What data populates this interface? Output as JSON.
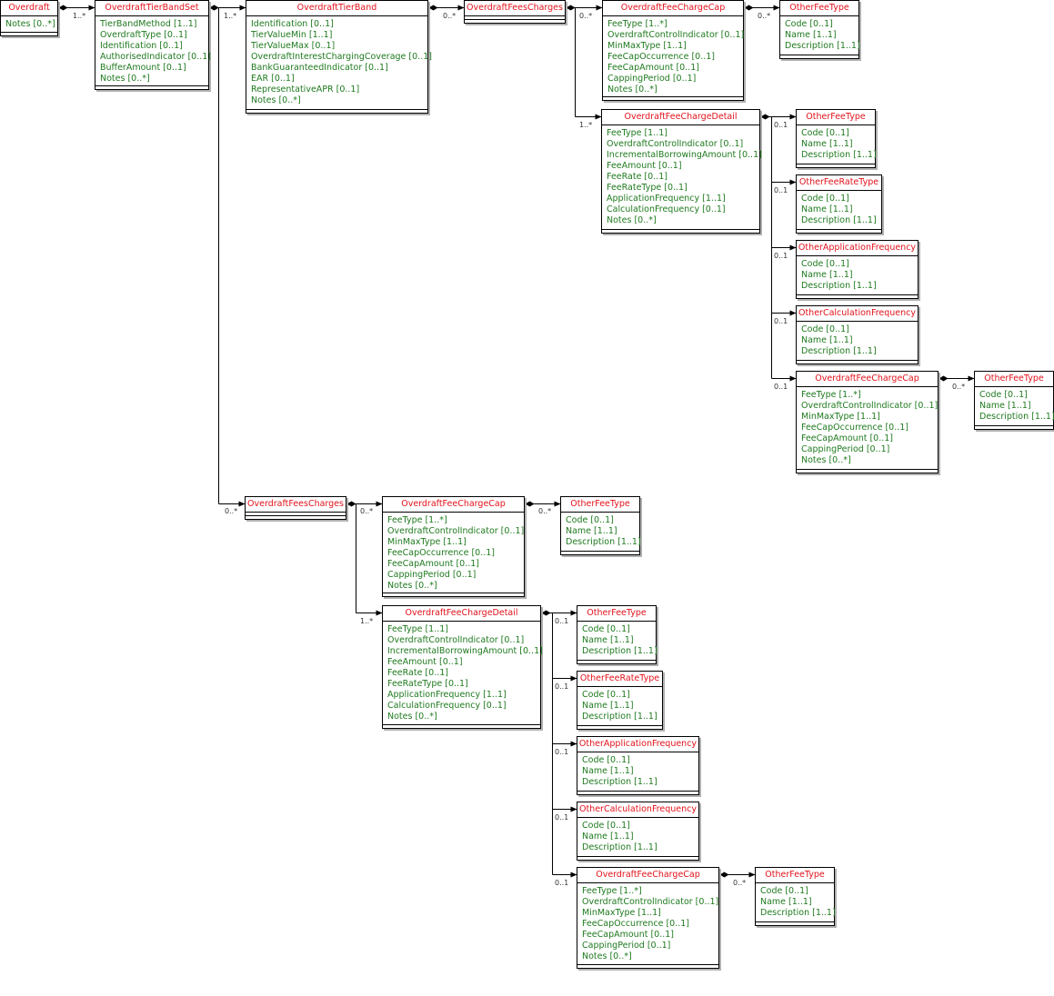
{
  "colors": {
    "title": "#e3121b",
    "attr": "#1f7a1f",
    "line": "#000000"
  },
  "boxes": [
    {
      "id": "b1",
      "title": "Overdraft",
      "attrs": [
        "Notes [0..*]"
      ]
    },
    {
      "id": "b2",
      "title": "OverdraftTierBandSet",
      "attrs": [
        "TierBandMethod [1..1]",
        "OverdraftType [0..1]",
        "Identification [0..1]",
        "AuthorisedIndicator [0..1]",
        "BufferAmount [0..1]",
        "Notes [0..*]"
      ]
    },
    {
      "id": "b3",
      "title": "OverdraftTierBand",
      "attrs": [
        "Identification [0..1]",
        "TierValueMin [1..1]",
        "TierValueMax [0..1]",
        "OverdraftInterestChargingCoverage [0..1]",
        "BankGuaranteedIndicator [0..1]",
        "EAR [0..1]",
        "RepresentativeAPR [0..1]",
        "Notes [0..*]"
      ]
    },
    {
      "id": "b4",
      "title": "OverdraftFeesCharges",
      "attrs": []
    },
    {
      "id": "b5",
      "title": "OverdraftFeeChargeCap",
      "attrs": [
        "FeeType [1..*]",
        "OverdraftControlIndicator [0..1]",
        "MinMaxType [1..1]",
        "FeeCapOccurrence [0..1]",
        "FeeCapAmount [0..1]",
        "CappingPeriod [0..1]",
        "Notes [0..*]"
      ]
    },
    {
      "id": "b6",
      "title": "OtherFeeType",
      "attrs": [
        "Code [0..1]",
        "Name [1..1]",
        "Description [1..1]"
      ]
    },
    {
      "id": "b7",
      "title": "OverdraftFeeChargeDetail",
      "attrs": [
        "FeeType [1..1]",
        "OverdraftControlIndicator [0..1]",
        "IncrementalBorrowingAmount [0..1]",
        "FeeAmount [0..1]",
        "FeeRate [0..1]",
        "FeeRateType [0..1]",
        "ApplicationFrequency [1..1]",
        "CalculationFrequency [0..1]",
        "Notes [0..*]"
      ]
    },
    {
      "id": "b8",
      "title": "OtherFeeType",
      "attrs": [
        "Code [0..1]",
        "Name [1..1]",
        "Description [1..1]"
      ]
    },
    {
      "id": "b9",
      "title": "OtherFeeRateType",
      "attrs": [
        "Code [0..1]",
        "Name [1..1]",
        "Description [1..1]"
      ]
    },
    {
      "id": "b10",
      "title": "OtherApplicationFrequency",
      "attrs": [
        "Code [0..1]",
        "Name [1..1]",
        "Description [1..1]"
      ]
    },
    {
      "id": "b11",
      "title": "OtherCalculationFrequency",
      "attrs": [
        "Code [0..1]",
        "Name [1..1]",
        "Description [1..1]"
      ]
    },
    {
      "id": "b12",
      "title": "OverdraftFeeChargeCap",
      "attrs": [
        "FeeType [1..*]",
        "OverdraftControlIndicator [0..1]",
        "MinMaxType [1..1]",
        "FeeCapOccurrence [0..1]",
        "FeeCapAmount [0..1]",
        "CappingPeriod [0..1]",
        "Notes [0..*]"
      ]
    },
    {
      "id": "b13",
      "title": "OtherFeeType",
      "attrs": [
        "Code [0..1]",
        "Name [1..1]",
        "Description [1..1]"
      ]
    },
    {
      "id": "b14",
      "title": "OverdraftFeesCharges",
      "attrs": []
    },
    {
      "id": "b15",
      "title": "OverdraftFeeChargeCap",
      "attrs": [
        "FeeType [1..*]",
        "OverdraftControlIndicator [0..1]",
        "MinMaxType [1..1]",
        "FeeCapOccurrence [0..1]",
        "FeeCapAmount [0..1]",
        "CappingPeriod [0..1]",
        "Notes [0..*]"
      ]
    },
    {
      "id": "b16",
      "title": "OtherFeeType",
      "attrs": [
        "Code [0..1]",
        "Name [1..1]",
        "Description [1..1]"
      ]
    },
    {
      "id": "b17",
      "title": "OverdraftFeeChargeDetail",
      "attrs": [
        "FeeType [1..1]",
        "OverdraftControlIndicator [0..1]",
        "IncrementalBorrowingAmount [0..1]",
        "FeeAmount [0..1]",
        "FeeRate [0..1]",
        "FeeRateType [0..1]",
        "ApplicationFrequency [1..1]",
        "CalculationFrequency [0..1]",
        "Notes [0..*]"
      ]
    },
    {
      "id": "b18",
      "title": "OtherFeeType",
      "attrs": [
        "Code [0..1]",
        "Name [1..1]",
        "Description [1..1]"
      ]
    },
    {
      "id": "b19",
      "title": "OtherFeeRateType",
      "attrs": [
        "Code [0..1]",
        "Name [1..1]",
        "Description [1..1]"
      ]
    },
    {
      "id": "b20",
      "title": "OtherApplicationFrequency",
      "attrs": [
        "Code [0..1]",
        "Name [1..1]",
        "Description [1..1]"
      ]
    },
    {
      "id": "b21",
      "title": "OtherCalculationFrequency",
      "attrs": [
        "Code [0..1]",
        "Name [1..1]",
        "Description [1..1]"
      ]
    },
    {
      "id": "b22",
      "title": "OverdraftFeeChargeCap",
      "attrs": [
        "FeeType [1..*]",
        "OverdraftControlIndicator [0..1]",
        "MinMaxType [1..1]",
        "FeeCapOccurrence [0..1]",
        "FeeCapAmount [0..1]",
        "CappingPeriod [0..1]",
        "Notes [0..*]"
      ]
    },
    {
      "id": "b23",
      "title": "OtherFeeType",
      "attrs": [
        "Code [0..1]",
        "Name [1..1]",
        "Description [1..1]"
      ]
    }
  ],
  "multiplicities": [
    {
      "id": "m1",
      "text": "1..*"
    },
    {
      "id": "m2",
      "text": "1..*"
    },
    {
      "id": "m3",
      "text": "0..*"
    },
    {
      "id": "m4",
      "text": "0..*"
    },
    {
      "id": "m5",
      "text": "0..*"
    },
    {
      "id": "m6",
      "text": "1..*"
    },
    {
      "id": "m7",
      "text": "0..1"
    },
    {
      "id": "m8",
      "text": "0..1"
    },
    {
      "id": "m9",
      "text": "0..1"
    },
    {
      "id": "m10",
      "text": "0..1"
    },
    {
      "id": "m11",
      "text": "0..1"
    },
    {
      "id": "m12",
      "text": "0..*"
    },
    {
      "id": "m13",
      "text": "0..*"
    },
    {
      "id": "m14",
      "text": "0..*"
    },
    {
      "id": "m15",
      "text": "0..*"
    },
    {
      "id": "m16",
      "text": "1..*"
    },
    {
      "id": "m17",
      "text": "0..1"
    },
    {
      "id": "m18",
      "text": "0..1"
    },
    {
      "id": "m19",
      "text": "0..1"
    },
    {
      "id": "m20",
      "text": "0..1"
    },
    {
      "id": "m21",
      "text": "0..1"
    },
    {
      "id": "m22",
      "text": "0..*"
    }
  ]
}
